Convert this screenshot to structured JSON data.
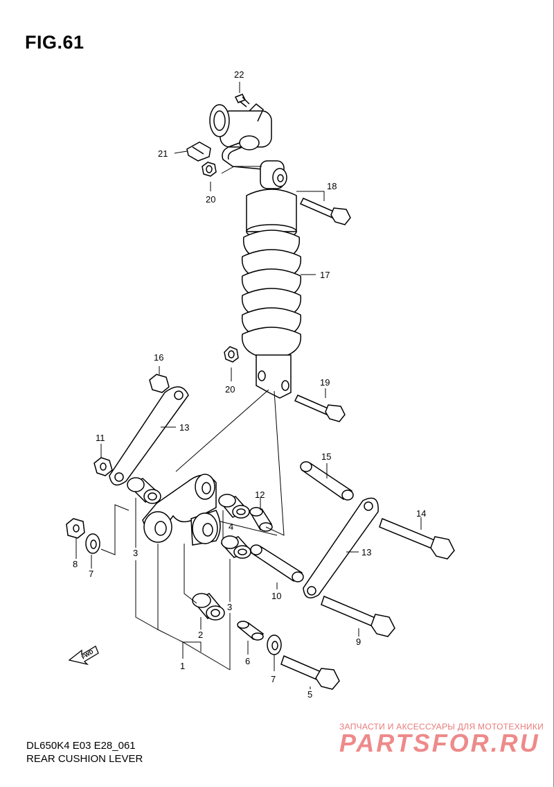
{
  "figure": {
    "title": "FIG.61"
  },
  "footer": {
    "model_code": "DL650K4 E03 E28_061",
    "caption": "REAR CUSHION LEVER"
  },
  "watermark": {
    "tagline": "ЗАПЧАСТИ И АКСЕССУАРЫ ДЛЯ МОТОТЕХНИКИ",
    "brand": "PARTSFOR.RU",
    "color": "#ee8a8a"
  },
  "direction_marker": {
    "label": "FWD"
  },
  "callouts": {
    "c1": "1",
    "c2": "2",
    "c3a": "3",
    "c3b": "3",
    "c4": "4",
    "c5": "5",
    "c6": "6",
    "c7a": "7",
    "c7b": "7",
    "c8": "8",
    "c9": "9",
    "c10": "10",
    "c11": "11",
    "c12": "12",
    "c13a": "13",
    "c13b": "13",
    "c14": "14",
    "c15": "15",
    "c16": "16",
    "c17": "17",
    "c18": "18",
    "c19": "19",
    "c20a": "20",
    "c20b": "20",
    "c21": "21",
    "c22": "22"
  }
}
